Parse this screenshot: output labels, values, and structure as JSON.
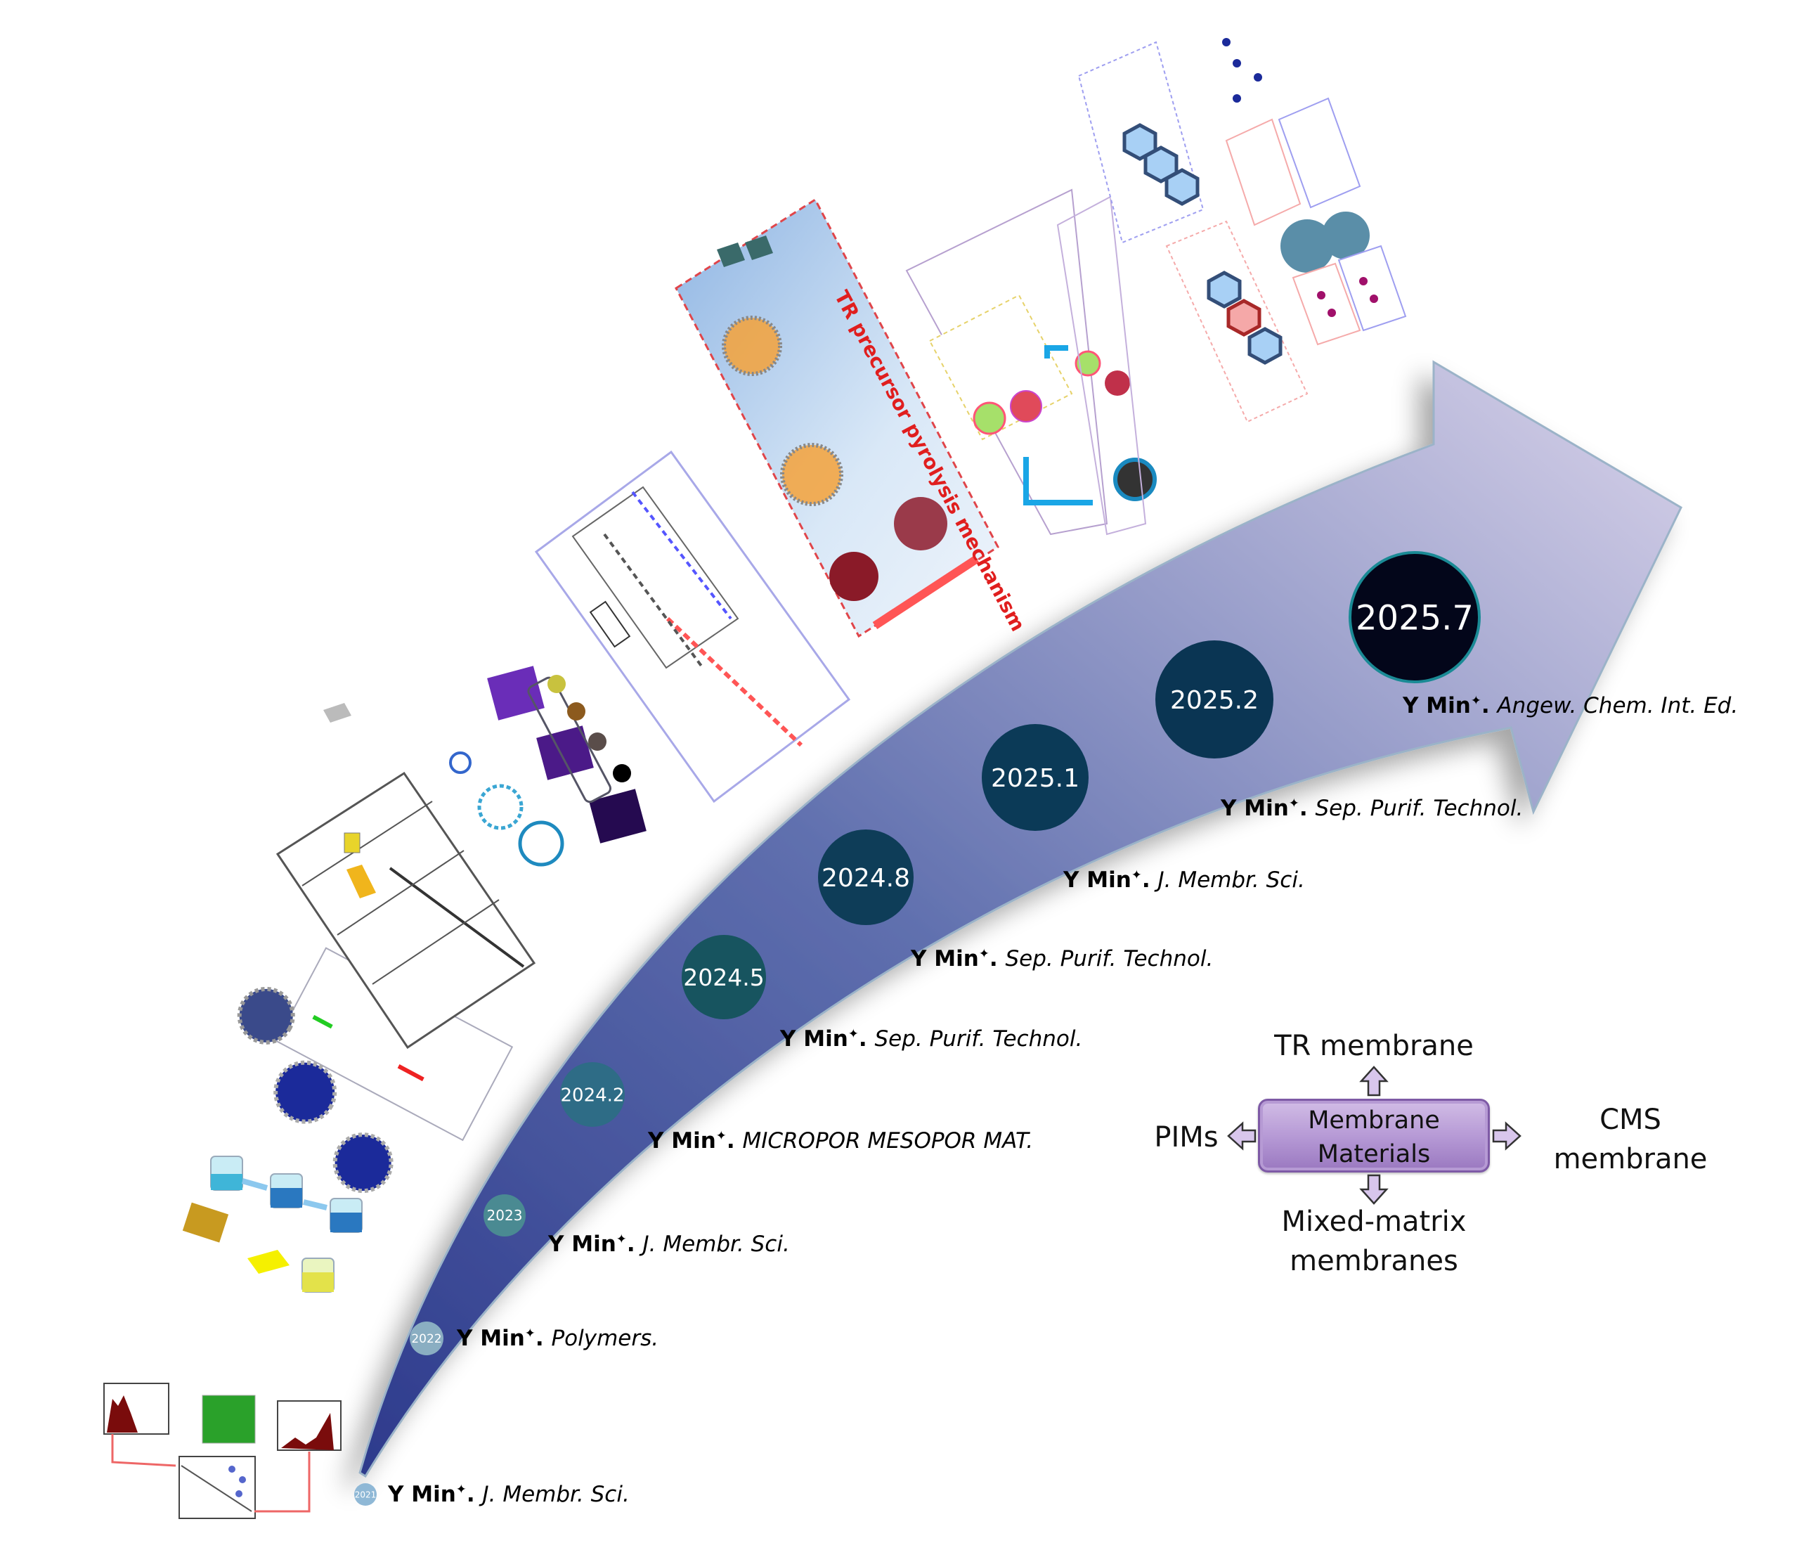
{
  "timeline": {
    "milestones": [
      {
        "date": "2021",
        "author": "Y Min",
        "mark": "✦",
        "journal": "J. Membr. Sci.",
        "circle_color": "#8fb8d6"
      },
      {
        "date": "2022",
        "author": "Y Min",
        "mark": "✦",
        "journal": "Polymers.",
        "circle_color": "#8aaec2"
      },
      {
        "date": "2023",
        "author": "Y Min",
        "mark": "✦",
        "journal": "J. Membr. Sci.",
        "circle_color": "#4a8a92"
      },
      {
        "date": "2024.2",
        "author": "Y Min",
        "mark": "✦",
        "journal": "MICROPOR MESOPOR MAT.",
        "circle_color": "#2e6c86"
      },
      {
        "date": "2024.5",
        "author": "Y Min",
        "mark": "✦",
        "journal": "Sep. Purif. Technol.",
        "circle_color": "#17545f"
      },
      {
        "date": "2024.8",
        "author": "Y Min",
        "mark": "✦",
        "journal": "Sep. Purif. Technol.",
        "circle_color": "#0e3d58"
      },
      {
        "date": "2025.1",
        "author": "Y Min",
        "mark": "✦",
        "journal": "J. Membr. Sci.",
        "circle_color": "#0b3a57"
      },
      {
        "date": "2025.2",
        "author": "Y Min",
        "mark": "✦",
        "journal": "Sep. Purif. Technol.",
        "circle_color": "#0a3553"
      },
      {
        "date": "2025.7",
        "author": "Y Min",
        "mark": "✦",
        "journal": "Angew. Chem. Int. Ed.",
        "circle_color": "#03061a"
      }
    ],
    "arrow_colors": {
      "start": "#2d3a8c",
      "mid": "#5f6fae",
      "end": "#d9d3ea",
      "edge": "#9bb3c8"
    }
  },
  "figures": [
    {
      "id": "fig-2021",
      "caption": ""
    },
    {
      "id": "fig-2022",
      "caption": ""
    },
    {
      "id": "fig-2023",
      "caption": ""
    },
    {
      "id": "fig-2024-2",
      "caption": ""
    },
    {
      "id": "fig-2024-5",
      "caption": ""
    },
    {
      "id": "fig-2024-8",
      "caption": ""
    },
    {
      "id": "fig-2025-1",
      "caption": "TR precursor pyrolysis mechanism"
    },
    {
      "id": "fig-2025-2",
      "caption": ""
    },
    {
      "id": "fig-2025-7",
      "caption": ""
    }
  ],
  "membrane_materials": {
    "center": [
      "Membrane",
      "Materials"
    ],
    "top": "TR membrane",
    "left": "PIMs",
    "right": [
      "CMS",
      "membrane"
    ],
    "bottom": [
      "Mixed-matrix",
      "membranes"
    ],
    "box_color": "#b497d4"
  }
}
